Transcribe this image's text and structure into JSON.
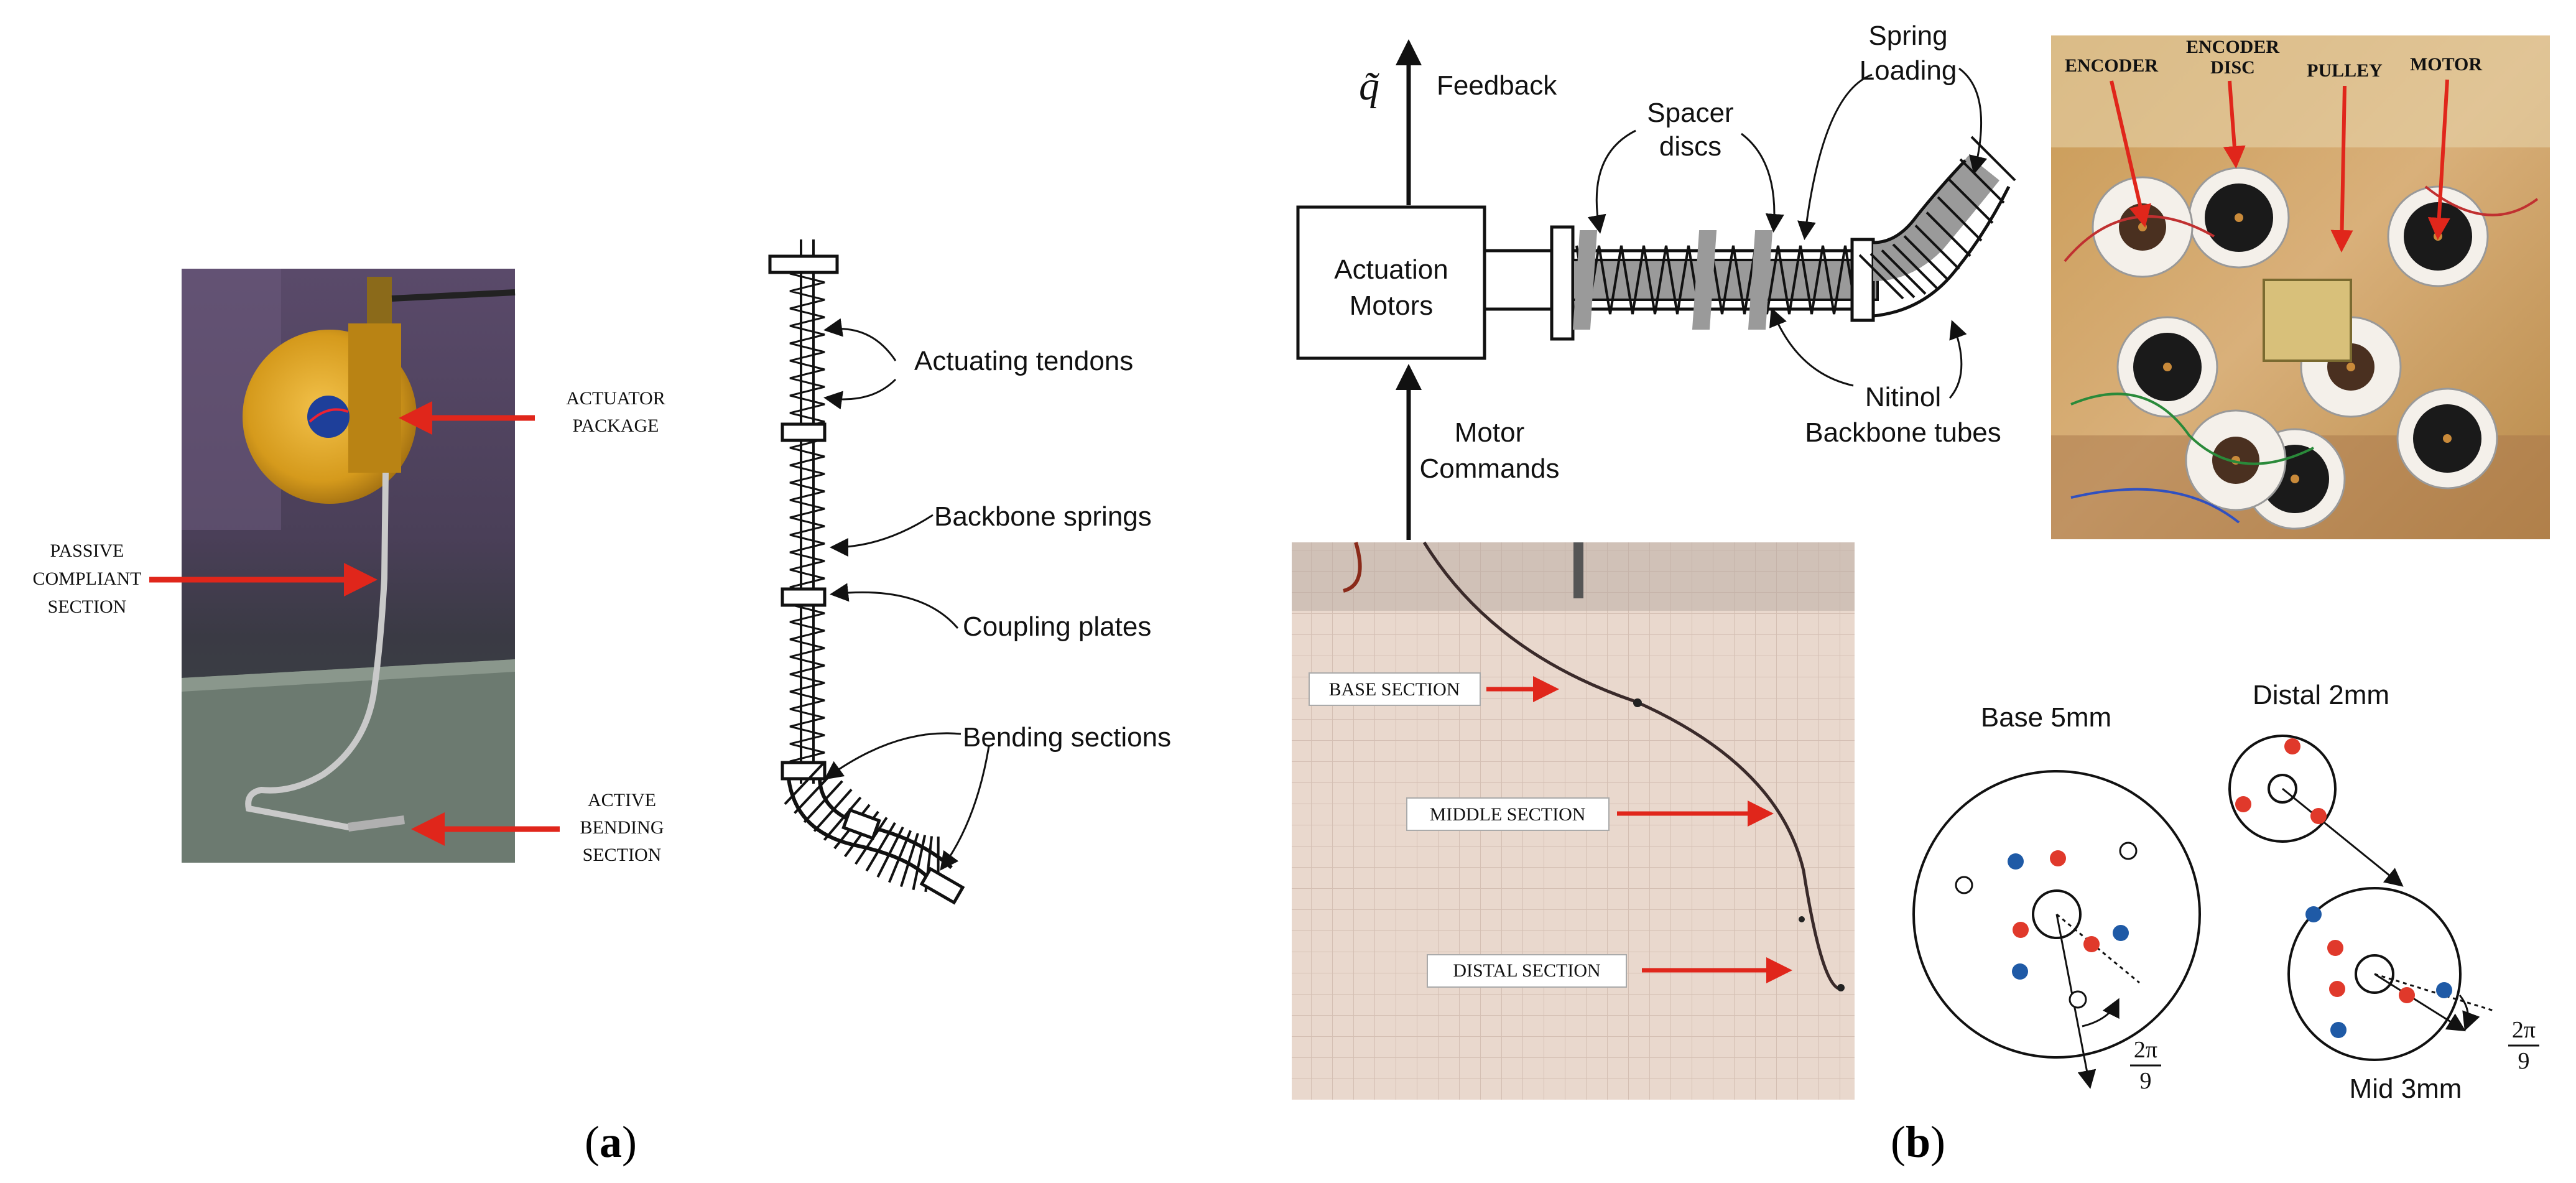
{
  "panel_a": {
    "caption": "(a)",
    "caption_letter": "a",
    "photo_labels": {
      "actuator_line1": "ACTUATOR",
      "actuator_line2": "PACKAGE",
      "passive_line1": "PASSIVE",
      "passive_line2": "COMPLIANT",
      "passive_line3": "SECTION",
      "active_line1": "ACTIVE",
      "active_line2": "BENDING",
      "active_line3": "SECTION"
    },
    "schematic_labels": {
      "tendons": "Actuating tendons",
      "springs": "Backbone springs",
      "plates": "Coupling plates",
      "bending": "Bending sections"
    }
  },
  "panel_b": {
    "caption": "(b)",
    "caption_letter": "b",
    "block": {
      "q_symbol": "q̃",
      "feedback": "Feedback",
      "actuation_line1": "Actuation",
      "actuation_line2": "Motors",
      "motor_cmd_line1": "Motor",
      "motor_cmd_line2": "Commands",
      "spacer_line1": "Spacer",
      "spacer_line2": "discs",
      "spring_line1": "Spring",
      "spring_line2": "Loading",
      "nitinol_line1": "Nitinol",
      "nitinol_line2": "Backbone tubes"
    },
    "hardware_labels": {
      "encoder": "ENCODER",
      "encoder_disc_line1": "ENCODER",
      "encoder_disc_line2": "DISC",
      "pulley": "PULLEY",
      "motor": "MOTOR"
    },
    "sections": {
      "base": "BASE SECTION",
      "middle": "MIDDLE SECTION",
      "distal": "DISTAL SECTION"
    },
    "cross_sections": {
      "base": "Base 5mm",
      "distal": "Distal 2mm",
      "mid": "Mid 3mm",
      "angle_num": "2π",
      "angle_den": "9"
    }
  },
  "colors": {
    "arrow_red": "#e0261b",
    "dot_red": "#e0392b",
    "dot_blue": "#1f5aa6",
    "tube_gray": "#9a9a9a"
  }
}
